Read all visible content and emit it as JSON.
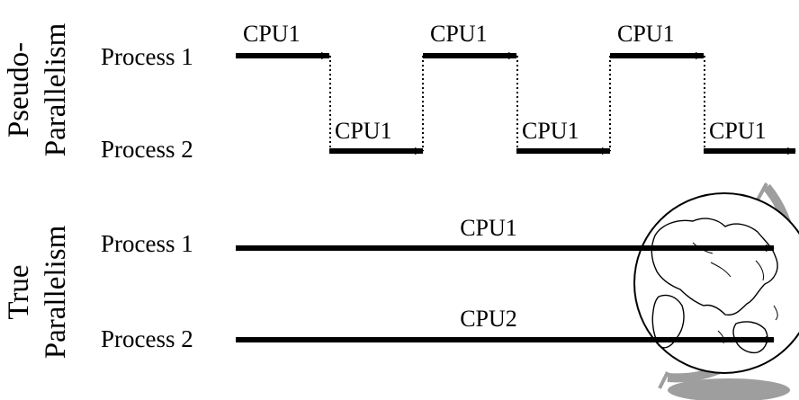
{
  "pseudo": {
    "label_line1": "Pseudo-",
    "label_line2": "Parallelism",
    "process1_label": "Process 1",
    "process2_label": "Process 2",
    "cpu_labels": [
      "CPU1",
      "CPU1",
      "CPU1",
      "CPU1",
      "CPU1",
      "CPU1"
    ]
  },
  "true_par": {
    "label_line1": "True",
    "label_line2": "Parallelism",
    "process1_label": "Process 1",
    "process2_label": "Process 2",
    "cpu1_label": "CPU1",
    "cpu2_label": "CPU2"
  },
  "colors": {
    "ink": "#000000",
    "globe_stand": "#9e9e9e",
    "globe_fill": "#ffffff"
  },
  "icons": [
    "globe-icon"
  ]
}
